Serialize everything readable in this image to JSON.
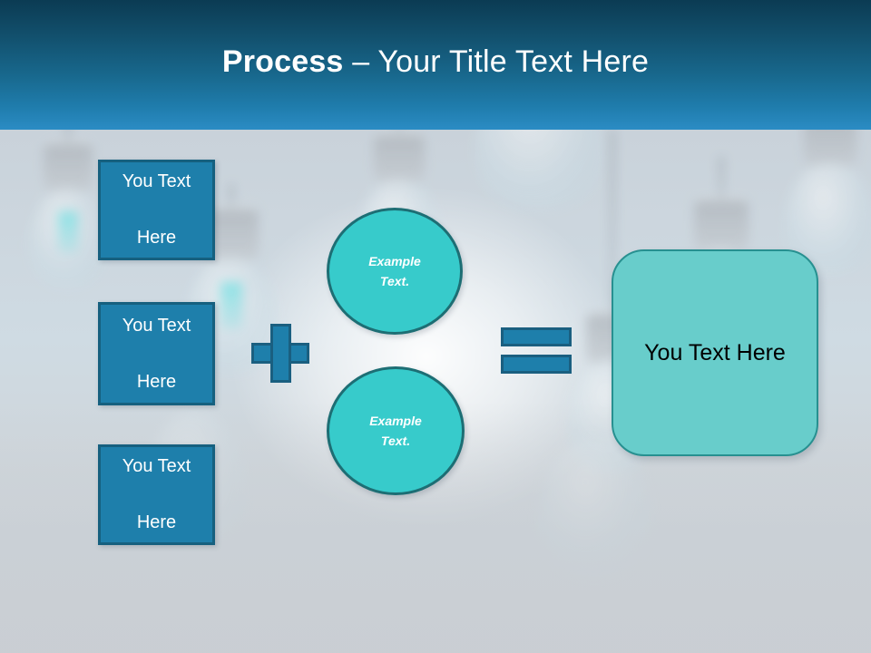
{
  "slide": {
    "header": {
      "title_bold": "Process",
      "title_rest": " – Your Title Text Here",
      "gradient_top": "#0b3b53",
      "gradient_bottom": "#2b8cc4"
    },
    "colors": {
      "blue_fill": "#1e7fab",
      "blue_border": "#16607f",
      "circle_fill": "#37cbcb",
      "circle_border": "#1d6e74",
      "result_fill": "#68cdcb",
      "result_border": "#279090",
      "background": "#cfd6dd"
    },
    "input_boxes": [
      {
        "line1": "You Text",
        "line2": "Here"
      },
      {
        "line1": "You Text",
        "line2": "Here"
      },
      {
        "line1": "You Text",
        "line2": "Here"
      }
    ],
    "operators": {
      "plus": "+",
      "equals": "="
    },
    "circles": [
      {
        "line1": "Example",
        "line2": "Text."
      },
      {
        "line1": "Example",
        "line2": "Text."
      }
    ],
    "result": {
      "label": "You Text Here"
    },
    "background_image": {
      "description": "blurred hanging light bulbs"
    }
  }
}
